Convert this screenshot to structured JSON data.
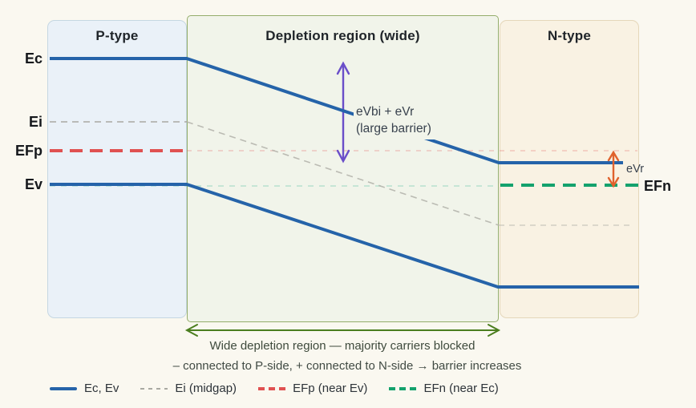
{
  "regions": {
    "p": {
      "label": "P-type"
    },
    "depletion": {
      "label": "Depletion region (wide)"
    },
    "n": {
      "label": "N-type"
    }
  },
  "band_labels": {
    "ec": "Ec",
    "ei": "Ei",
    "efp": "EFp",
    "ev": "Ev",
    "efn": "EFn"
  },
  "annotations": {
    "barrier": "eVbi + eVr",
    "barrier_sub": "(large barrier)",
    "evr": "eVr",
    "depletion_note": "Wide depletion region — majority carriers blocked",
    "bias_note": "– connected to P-side, + connected to N-side → barrier increases"
  },
  "legend": {
    "items": [
      {
        "label": "Ec, Ev",
        "style": "solid",
        "color": "#2563a9"
      },
      {
        "label": "Ei (midgap)",
        "style": "dashed",
        "color": "#a9a9a2"
      },
      {
        "label": "EFp (near Ev)",
        "style": "dashed",
        "color": "#e05151"
      },
      {
        "label": "EFn (near Ec)",
        "style": "dashed",
        "color": "#14a26d"
      }
    ]
  },
  "colors": {
    "band_blue": "#2563a9",
    "ei_gray": "#a9a9a2",
    "efp_red": "#e05151",
    "efn_green": "#14a26d",
    "barrier_purple": "#6a4ec9",
    "evr_orange": "#e0622d",
    "width_arrow_green": "#4b7e1f",
    "p_region_fill": "#eaf1f8",
    "depletion_fill": "#f1f4ea",
    "n_region_fill": "#f9f2e3",
    "background": "#faf8f0"
  }
}
